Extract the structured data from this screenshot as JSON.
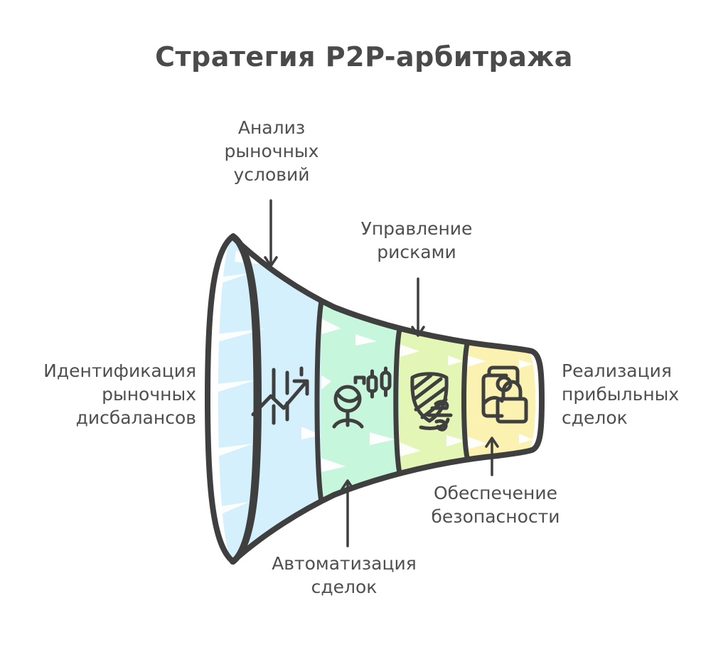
{
  "title": "Стратегия P2P-арбитража",
  "labels": {
    "analysis": "Анализ\nрыночных\nусловий",
    "risk": "Управление\nрисками",
    "identify": "Идентификация\nрыночных\nдисбалансов",
    "profit": "Реализация\nприбыльных\nсделок",
    "security": "Обеспечение\nбезопасности",
    "automation": "Автоматизация\nсделок"
  },
  "funnel": {
    "type": "funnel",
    "orientation": "horizontal-left-to-right",
    "stroke_color": "#3f3f3f",
    "segments": [
      {
        "id": "segment-1",
        "color": "#D3F0FC",
        "icon": "chart-trend-up-icon",
        "labels": [
          "Идентификация рыночных дисбалансов",
          "Анализ рыночных условий"
        ]
      },
      {
        "id": "segment-2",
        "color": "#C6F7DC",
        "icon": "trading-bot-icon",
        "labels": [
          "Автоматизация сделок"
        ]
      },
      {
        "id": "segment-3",
        "color": "#E4F6B5",
        "icon": "shield-wind-icon",
        "labels": [
          "Управление рисками"
        ]
      },
      {
        "id": "segment-4",
        "color": "#FBF1B0",
        "icon": "card-lock-icon",
        "labels": [
          "Обеспечение безопасности",
          "Реализация прибыльных сделок"
        ]
      }
    ]
  }
}
